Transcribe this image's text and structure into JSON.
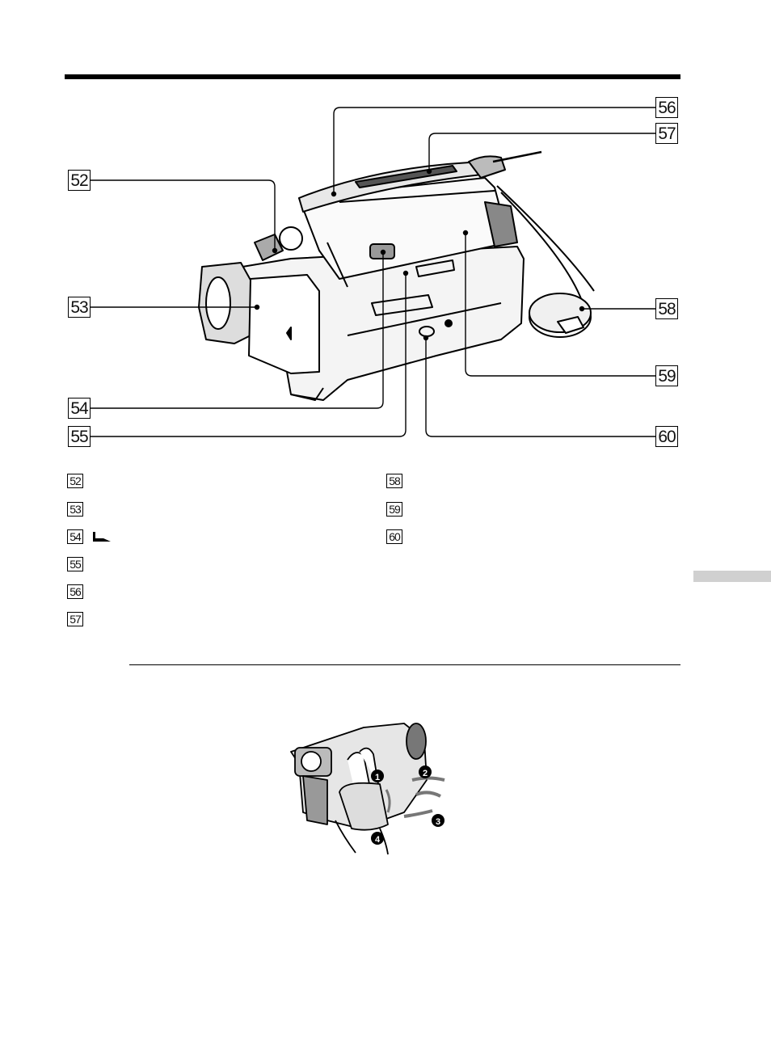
{
  "callouts": {
    "c52": "52",
    "c53": "53",
    "c54": "54",
    "c55": "55",
    "c56": "56",
    "c57": "57",
    "c58": "58",
    "c59": "59",
    "c60": "60"
  },
  "legend": {
    "left": [
      "52",
      "53",
      "54",
      "55",
      "56",
      "57"
    ],
    "right": [
      "58",
      "59",
      "60"
    ]
  },
  "steps": [
    "1",
    "2",
    "3",
    "4"
  ],
  "icons": {
    "ramp": "ramp-icon"
  }
}
